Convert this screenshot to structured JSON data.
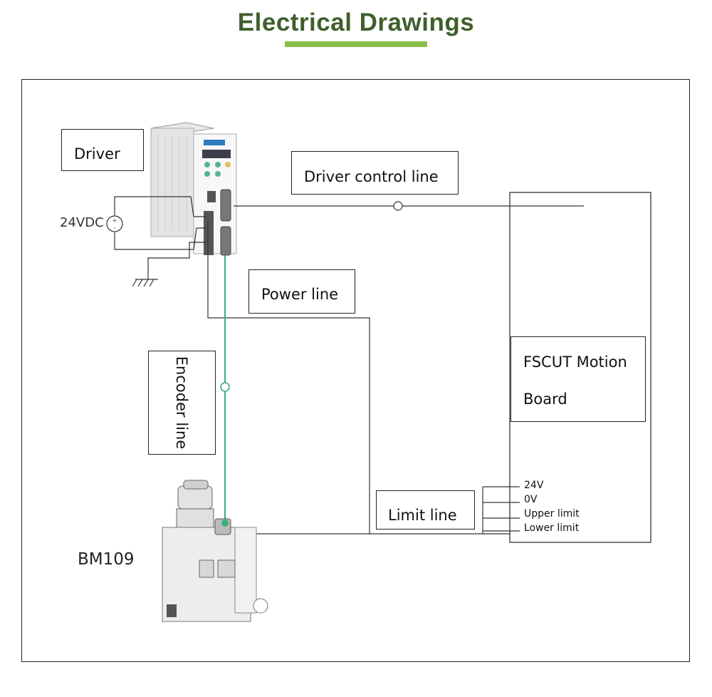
{
  "header": {
    "title": "Electrical Drawings",
    "accent_color": "#3f5f2c",
    "bar_color": "#8cbf4a"
  },
  "diagram": {
    "labels": {
      "driver": "Driver",
      "driver_control_line": "Driver control line",
      "power_line": "Power line",
      "encoder_line": "Encoder line",
      "limit_line": "Limit line",
      "supply": "24VDC",
      "head_model": "BM109"
    },
    "motion_board": {
      "line1": "FSCUT Motion",
      "line2": "Board"
    },
    "signals": [
      "24V",
      "0V",
      "Upper limit",
      "Lower limit"
    ],
    "encoder_color": "#3ab07a"
  }
}
